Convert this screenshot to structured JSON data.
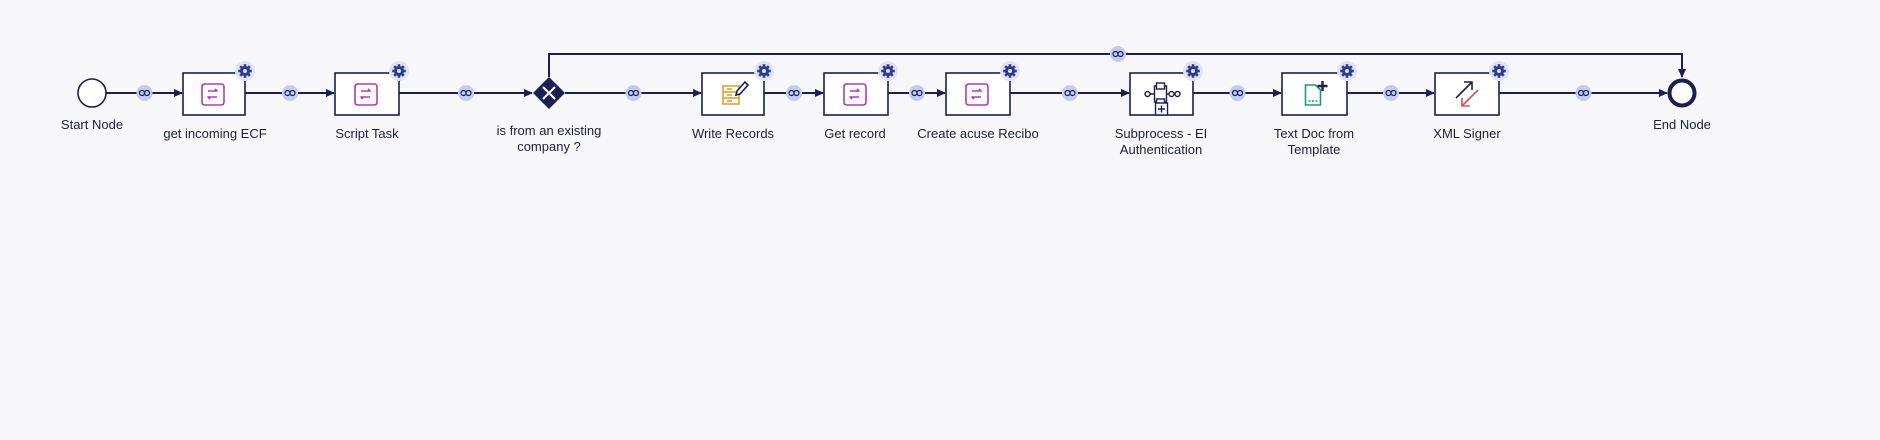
{
  "nodes": [
    {
      "id": "start",
      "label": "Start Node",
      "type": "start-event",
      "icon": "circle-outline"
    },
    {
      "id": "get-incoming",
      "label": "get incoming   ECF",
      "type": "script-task",
      "icon": "script-scroll-icon"
    },
    {
      "id": "script-task",
      "label": "Script Task",
      "type": "script-task",
      "icon": "script-scroll-icon"
    },
    {
      "id": "gateway",
      "label": "is from an existing\ncompany ?",
      "type": "exclusive-gateway",
      "icon": "x-diamond-icon"
    },
    {
      "id": "write-records",
      "label": "Write Records",
      "type": "task",
      "icon": "write-records-icon"
    },
    {
      "id": "get-record",
      "label": "Get  record",
      "type": "script-task",
      "icon": "script-scroll-icon"
    },
    {
      "id": "create-acuse",
      "label": "Create acuse Recibo",
      "type": "script-task",
      "icon": "script-scroll-icon"
    },
    {
      "id": "subprocess",
      "label": "Subprocess - EI\nAuthentication",
      "type": "subprocess",
      "icon": "subprocess-icon"
    },
    {
      "id": "text-doc",
      "label": "Text Doc from\nTemplate",
      "type": "task",
      "icon": "text-doc-icon"
    },
    {
      "id": "xml-signer",
      "label": "XML Signer",
      "type": "task",
      "icon": "xml-signer-arrows-icon"
    },
    {
      "id": "end",
      "label": "End Node",
      "type": "end-event",
      "icon": "circle-bold"
    }
  ],
  "edges": [
    {
      "from": "start",
      "to": "get-incoming"
    },
    {
      "from": "get-incoming",
      "to": "script-task"
    },
    {
      "from": "script-task",
      "to": "gateway"
    },
    {
      "from": "gateway",
      "to": "write-records"
    },
    {
      "from": "write-records",
      "to": "get-record"
    },
    {
      "from": "get-record",
      "to": "create-acuse"
    },
    {
      "from": "create-acuse",
      "to": "subprocess"
    },
    {
      "from": "subprocess",
      "to": "text-doc"
    },
    {
      "from": "text-doc",
      "to": "xml-signer"
    },
    {
      "from": "xml-signer",
      "to": "end"
    },
    {
      "from": "gateway",
      "to": "end",
      "route": "top"
    }
  ],
  "colors": {
    "stroke": "#1b1f52",
    "link_badge": "#c5cbf0",
    "gear": "#2f3a8f",
    "gear_badge": "#dfe3f7",
    "script_icon": "#b23ab8",
    "write_icon": "#e0a12c",
    "text_doc_icon": "#1a9a7a",
    "signer_up": "#1b1f52",
    "signer_down": "#e0505c",
    "background": "#f7f7fa"
  },
  "icons": {
    "link": "link-icon",
    "gear": "gear-icon"
  }
}
